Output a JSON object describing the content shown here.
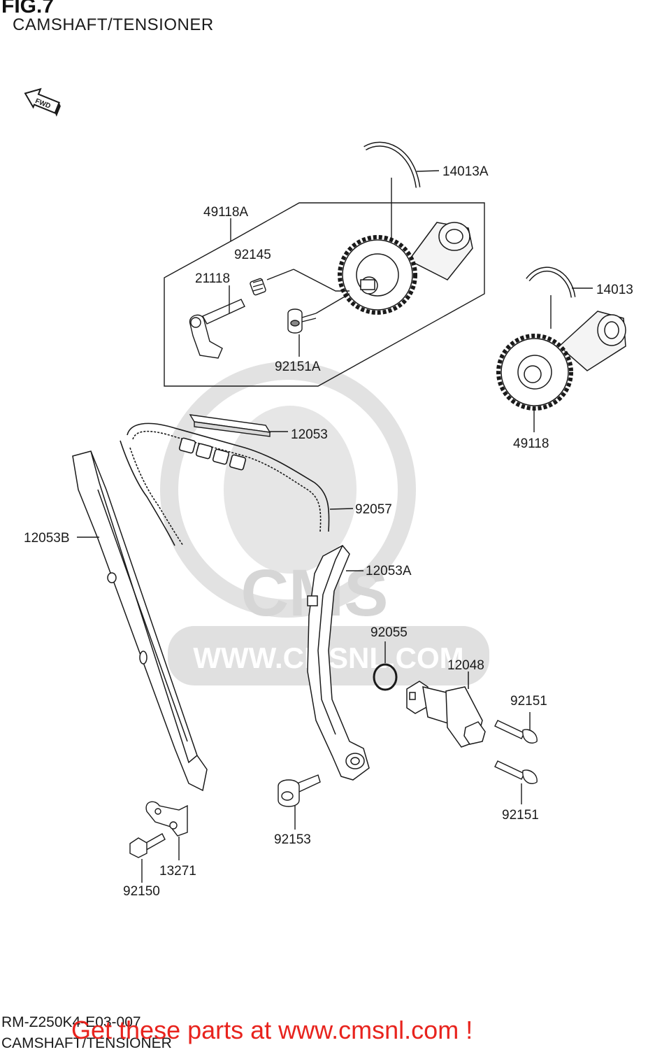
{
  "header": {
    "figure_number": "FIG.7",
    "title": "CAMSHAFT/TENSIONER"
  },
  "direction_marker": {
    "icon": "fwd-arrow-icon",
    "text": "FWD"
  },
  "watermark": {
    "brand": "CMS",
    "url": "WWW.CMSNL.COM"
  },
  "parts": [
    {
      "id": "p-14013A",
      "label": "14013A"
    },
    {
      "id": "p-49118A",
      "label": "49118A"
    },
    {
      "id": "p-92145",
      "label": "92145"
    },
    {
      "id": "p-21118",
      "label": "21118"
    },
    {
      "id": "p-92151A",
      "label": "92151A"
    },
    {
      "id": "p-14013",
      "label": "14013"
    },
    {
      "id": "p-49118",
      "label": "49118"
    },
    {
      "id": "p-12053",
      "label": "12053"
    },
    {
      "id": "p-92057",
      "label": "92057"
    },
    {
      "id": "p-12053B",
      "label": "12053B"
    },
    {
      "id": "p-12053A",
      "label": "12053A"
    },
    {
      "id": "p-92055",
      "label": "92055"
    },
    {
      "id": "p-12048",
      "label": "12048"
    },
    {
      "id": "p-92151-upper",
      "label": "92151"
    },
    {
      "id": "p-92151-lower",
      "label": "92151"
    },
    {
      "id": "p-92153",
      "label": "92153"
    },
    {
      "id": "p-13271",
      "label": "13271"
    },
    {
      "id": "p-92150",
      "label": "92150"
    }
  ],
  "footer": {
    "drawing_code": "RM-Z250K4-E03-007",
    "subtitle": "CAMSHAFT/TENSIONER",
    "promo_text": "Get these parts at www.cmsnl.com !"
  },
  "colors": {
    "promo": "#e8231d",
    "line": "#1a1a1a",
    "watermark": "#d9d9d9"
  }
}
